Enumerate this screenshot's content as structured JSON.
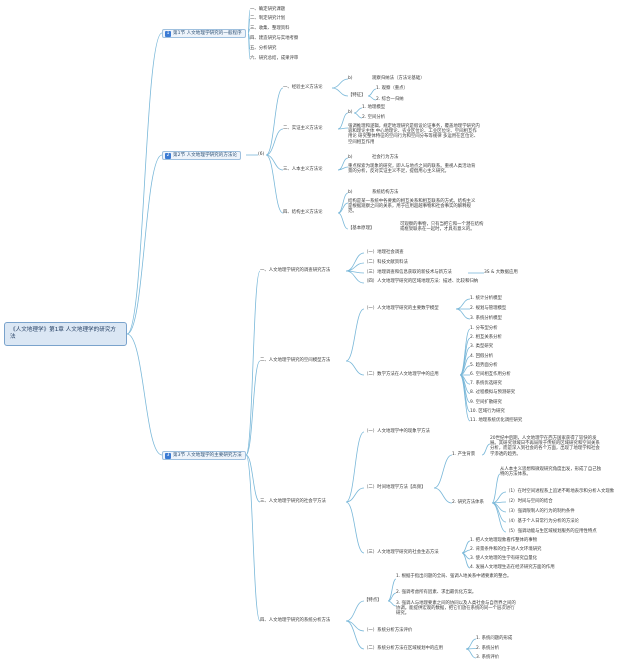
{
  "root": {
    "title": "《人文地理学》第1章 人文地理学的研究方法"
  },
  "sections": [
    {
      "num": "1",
      "title": "第1节  人文地理学研究的一般程序"
    },
    {
      "num": "2",
      "title": "第2节  人文地理学研究的方法论"
    },
    {
      "num": "3",
      "title": "第3节  人文地理学的主要研究方法"
    }
  ],
  "s1_items": [
    "一、确定研究课题",
    "二、制定研究计划",
    "三、收集、整理资料",
    "四、建造研究与实地考察",
    "五、分析研究",
    "六、研究总结，成果评审"
  ],
  "s2": {
    "connector": "(6)",
    "branches": [
      "一、经验主义方法论",
      "二、实证主义方法论",
      "三、人本主义方法论",
      "四、结构主义方法论"
    ],
    "emp": {
      "b": "b)",
      "b_text": "观察归纳法（方法论基础）",
      "label": "【特征】",
      "f1": "1. 观察（重点）",
      "f2": "2. 综合一归纳"
    },
    "pos": {
      "b": "b)",
      "l1": "1. 地理模型",
      "l2": "2. 空间分析",
      "para": "强调推理和逻辑，规定地理研究是假设论证事务，覆盖地理学研究内容和理论主体 中心地理论、农业区位论、工业区位论、空间相互作用论 研究整体特征的空间行为和空间分布等规律 多运用在区位论、空间相互作用"
    },
    "hum": {
      "b": "b)",
      "b_text": "社会行为方法",
      "para": "重点探索为现象的研究，即人与地点之间的联系。重视人类活动背景的分析，反对实证主义不足，提倡用心主义研究。"
    },
    "str": {
      "b": "b)",
      "b_text": "系统结构方法",
      "para": "结构是某一系统中各要素的相互关系和相互联系的方式。结构主义是根据观察之间的关系，用于应用超越事物和社会事实的解释规范。",
      "label": "【基本原理】",
      "label_text": "可观察的事物，只有当把它和一个潜在结构或框架联系在一起时，才具有意义的。"
    }
  },
  "s3": {
    "branches": [
      "一、人文地理学研究的调查研究方法",
      "二、人文地理学研究的空间模型方法",
      "三、人文地理学研究的社会学方法",
      "四、人文地理学研究的系统分析方法"
    ],
    "survey": [
      "（一）地理社会调查",
      "（二）科技文献资料法",
      "（三）地理调查和信息获取的新技术与新方法",
      "（四）人文地理学研究的区域地理方法：描述、比较和归纳"
    ],
    "survey_side": "3S & 大数据应用",
    "model": {
      "a": "（一）人文地理学研究的主要数学模型",
      "a_items": [
        "1. 统计分析模型",
        "2. 规划与管理模型",
        "3. 系统分析模型"
      ],
      "b": "（二）数学方法在人文地理学中的应用",
      "b_items": [
        "1. 分布型分析",
        "2. 相互关系分析",
        "3. 类型研究",
        "4. 回假分析",
        "5. 趋势面分析",
        "6. 空间相互作用分析",
        "7. 系统优选研究",
        "8. 过程模拟与预测研究",
        "9. 空间扩散研究",
        "10. 区域行为研究",
        "11. 地理系统优化调控研究"
      ]
    },
    "social": {
      "a": "（一）人文地理学中的现象学方法",
      "b": "（二）时间地理学方法【高频】",
      "b1": "1. 产生背景",
      "b1_text": "20世纪中后期，人文地理学在西方国家获得了较快的发展。其研究领域日不再局限于传统的区域研究和空间关系分析，而是深入到社会的各个方面，出现了地理学和社会学渗透的趋势。",
      "b2": "2. 研究方法体系",
      "b2_text": "从人本主义思想和微观研究角度出发，形成了自己独特的方法体系。",
      "b2_items": [
        "（1）在时空间进程系上追述不断地表示和分析人文现象",
        "（2）时间与空间的结合",
        "（3）强调限制人的行为的制约条件",
        "（4）基于个人日常行为分析的方法论",
        "（5）强调动能与生区域规划服务的应用性特点"
      ],
      "c": "（三）人文地理学研究的社会生态方法",
      "c_items": [
        "1. 把人文地理现象看作整体的事物",
        "2. 背景条件和的位于进人文环境研究",
        "3. 使人文地理的生学有研究自量化",
        "4. 发展人文地理生态在经济研究方面的作用"
      ]
    },
    "system": {
      "label": "【特点】",
      "f1": "1. 根据于指出问题的全局、强调人地关系中诸要素的整合。",
      "f2": "2. 强调考虑所有因素、求出最优化方案。",
      "f3": "3. 强调人与地理要素之间的协同以及人类社会与自然界之间的协调。能提供宏观的数据，把它们放在系统的同一个层次进行研究。",
      "a": "（一）系统分析方法评价",
      "b": "（二）系统分析方法在区域规划中的应用",
      "b_items": [
        "1. 系统问题的形成",
        "2. 系统分析",
        "3. 系统评价"
      ]
    }
  }
}
